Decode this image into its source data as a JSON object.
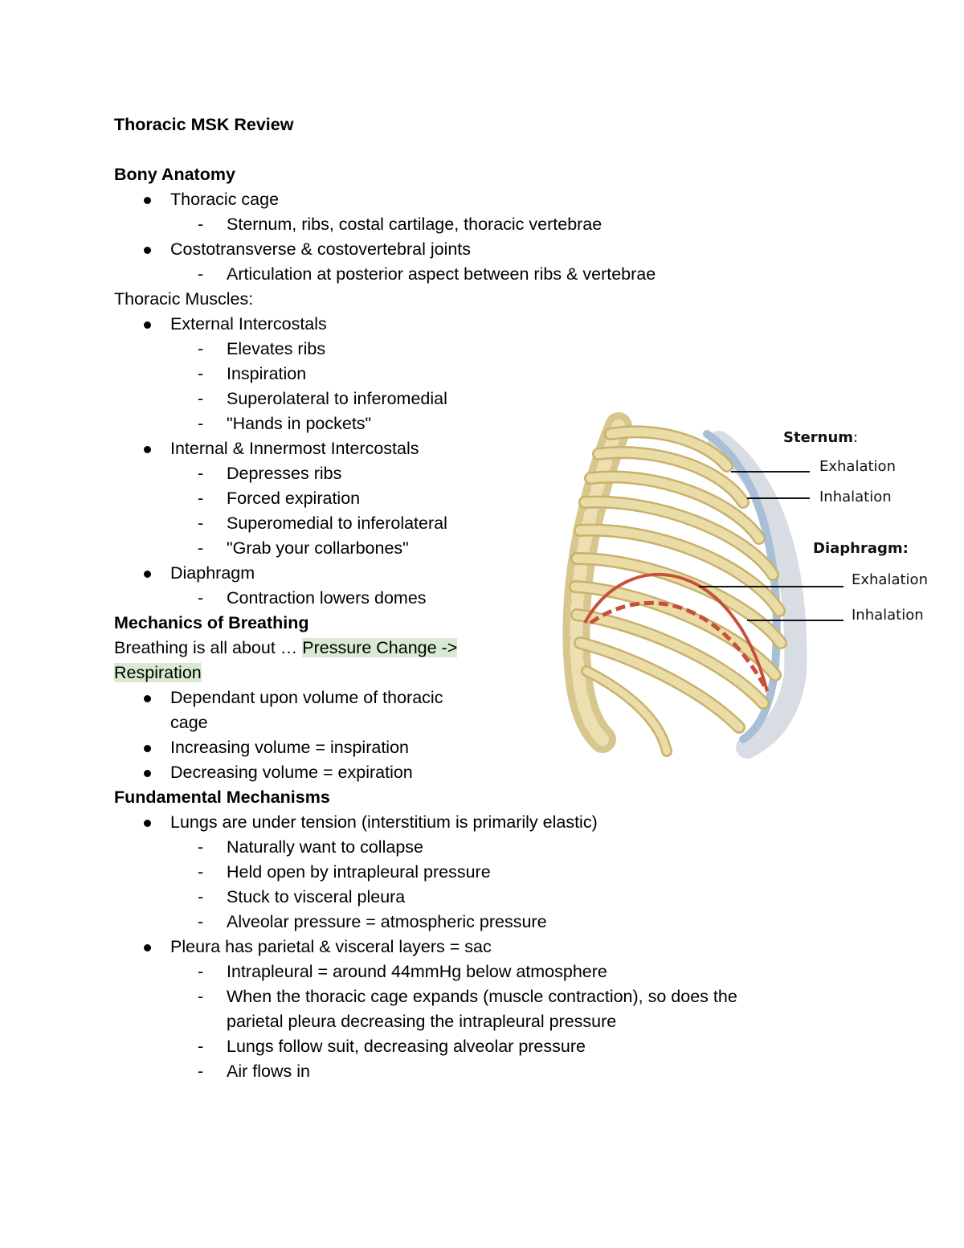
{
  "title": "Thoracic MSK Review",
  "bony": {
    "heading": "Bony Anatomy",
    "b1": "Thoracic cage",
    "b1_d1": "Sternum, ribs, costal cartilage, thoracic vertebrae",
    "b2": "Costotransverse & costovertebral joints",
    "b2_d1": "Articulation at posterior aspect between ribs & vertebrae"
  },
  "muscles": {
    "heading": "Thoracic Muscles:",
    "ext": "External Intercostals",
    "ext_d": [
      "Elevates ribs",
      "Inspiration",
      "Superolateral to inferomedial",
      "\"Hands in pockets\""
    ],
    "int": "Internal & Innermost Intercostals",
    "int_d": [
      "Depresses ribs",
      "Forced expiration",
      "Superomedial to inferolateral",
      "\"Grab your collarbones\""
    ],
    "dia": "Diaphragm",
    "dia_d": [
      "Contraction lowers domes"
    ]
  },
  "mechanics": {
    "heading": "Mechanics of Breathing",
    "lead": "Breathing is all about … ",
    "highlight_1": "Pressure Change ->",
    "highlight_2": "Respiration",
    "bullets": [
      "Dependant upon volume of thoracic",
      "cage",
      "Increasing volume = inspiration",
      "Decreasing volume = expiration"
    ]
  },
  "fundamental": {
    "heading": "Fundamental Mechanisms",
    "b1": "Lungs are under tension (interstitium is primarily elastic)",
    "b1_d": [
      "Naturally want to collapse",
      "Held open by intrapleural pressure",
      "Stuck to visceral pleura",
      "Alveolar pressure = atmospheric pressure"
    ],
    "b2": "Pleura has parietal & visceral layers = sac",
    "b2_d": [
      "Intrapleural = around 44mmHg below atmosphere",
      "When the thoracic cage expands (muscle contraction), so does the",
      "parietal pleura decreasing the intrapleural pressure",
      "Lungs follow suit, decreasing alveolar pressure",
      "Air flows in"
    ]
  },
  "figure": {
    "sternum_label": "Sternum",
    "colon": ":",
    "sternum_exhalation": "Exhalation",
    "sternum_inhalation": "Inhalation",
    "diaphragm_label": "Diaphragm:",
    "diaphragm_exhalation": "Exhalation",
    "diaphragm_inhalation": "Inhalation"
  },
  "colors": {
    "highlight": "#d9ead3",
    "bone": "#e3d39a",
    "cartilage": "#aabbd0",
    "diaphragm_line": "#c8503a"
  }
}
